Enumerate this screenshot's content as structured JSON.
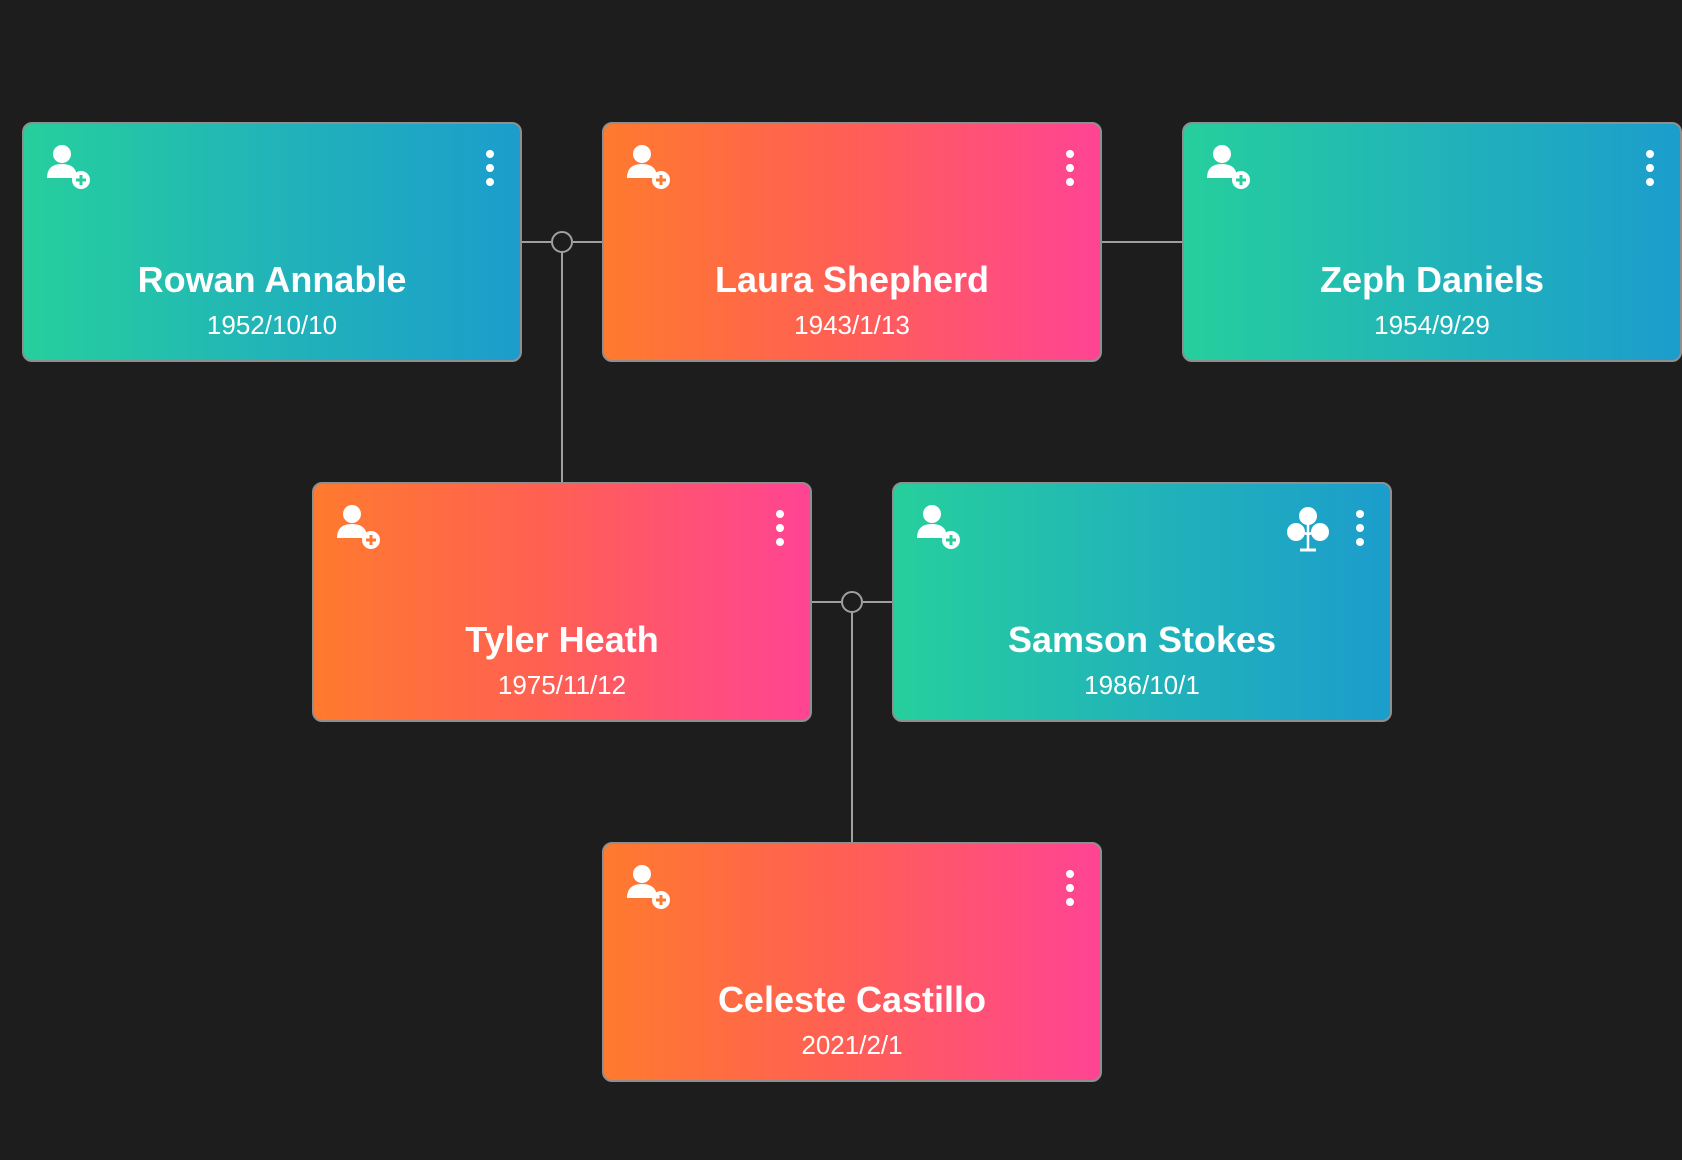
{
  "tree": {
    "people": [
      {
        "id": "rowan",
        "name": "Rowan Annable",
        "date": "1952/10/10",
        "gender": "male"
      },
      {
        "id": "laura",
        "name": "Laura Shepherd",
        "date": "1943/1/13",
        "gender": "female"
      },
      {
        "id": "zeph",
        "name": "Zeph Daniels",
        "date": "1954/9/29",
        "gender": "male"
      },
      {
        "id": "tyler",
        "name": "Tyler Heath",
        "date": "1975/11/12",
        "gender": "female"
      },
      {
        "id": "samson",
        "name": "Samson Stokes",
        "date": "1986/10/1",
        "gender": "male",
        "has_family_tree_icon": true
      },
      {
        "id": "celeste",
        "name": "Celeste Castillo",
        "date": "2021/2/1",
        "gender": "female"
      }
    ],
    "unions": [
      {
        "partners": [
          "rowan",
          "laura"
        ],
        "children": [
          "tyler"
        ]
      },
      {
        "partners": [
          "laura",
          "zeph"
        ],
        "children": []
      },
      {
        "partners": [
          "tyler",
          "samson"
        ],
        "children": [
          "celeste"
        ]
      }
    ]
  },
  "icons": {
    "add_person": "add-person-icon",
    "menu": "more-vertical-icon",
    "family_tree": "family-tree-icon"
  },
  "colors": {
    "background": "#1d1d1d",
    "female_gradient": [
      "#ff7a2f",
      "#ff4494"
    ],
    "male_gradient": [
      "#26cf9d",
      "#1c9dcc"
    ],
    "connector": "#a0a0a0"
  }
}
